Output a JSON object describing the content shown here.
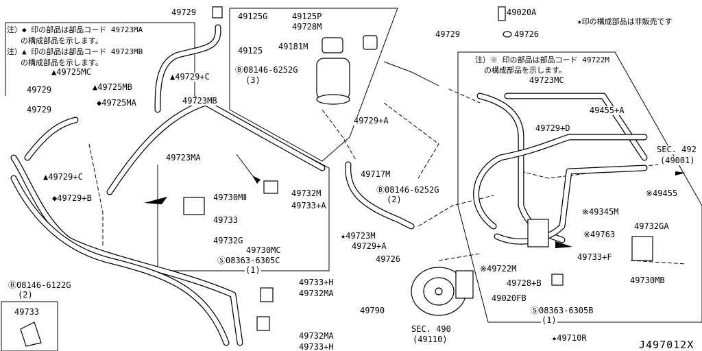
{
  "notes": {
    "left_1_line1": "注）◆ 印の部品は部品コード 49723MA",
    "left_1_line2": "の構成部品を示します。",
    "left_2_line1": "注）▲ 印の部品は部品コード 49723MB",
    "left_2_line2": "の構成部品を示します。",
    "right_line1": "注）※ 印の部品は部品コード 49722M",
    "right_line2": "の構成部品を示します。",
    "star_note": "★印の構成部品は非販売です"
  },
  "labels": [
    "49729",
    "49125G",
    "49125P",
    "49728M",
    "49020A",
    "49726",
    "49125",
    "49181M",
    "49729",
    "Ⓑ08146-6252G",
    "(3)",
    "▲49725MC",
    "▲49725MB",
    "▲49729+C",
    "49729",
    "◆49725MA",
    "49723MB",
    "49729",
    "49723MC",
    "49455+A",
    "49729+A",
    "49729+D",
    "SEC. 492",
    "(49001)",
    "49723MA",
    "▲49729+C",
    "49717M",
    "Ⓑ08146-6252G",
    "(2)",
    "◆49729+B",
    "49730MⅡ",
    "49732M",
    "49733+A",
    "※49455",
    "49733",
    "※49345M",
    "49732GA",
    "49732G",
    "49730MC",
    "★49723M",
    "※49763",
    "49729+A",
    "Ⓢ08363-6305C",
    "(1)",
    "49726",
    "49733+F",
    "※49722M",
    "49728+B",
    "49730MB",
    "Ⓑ08146-6122G",
    "(2)",
    "49733+H",
    "49732MA",
    "49020FB",
    "Ⓢ08363-6305B",
    "(1)",
    "49733",
    "49790",
    "SEC. 490",
    "(49110)",
    "49732MA",
    "49733+H",
    "★49710R"
  ],
  "diagram_code": "J497012X"
}
